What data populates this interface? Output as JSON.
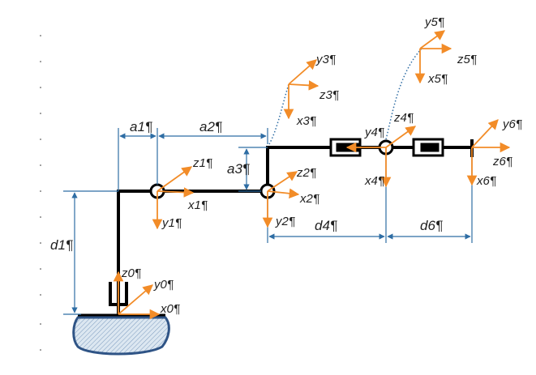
{
  "colors": {
    "arrow": "#F28C28",
    "link": "#000000",
    "dimension": "#2E6DA4",
    "dotted": "#2E6DA4",
    "base_fill": "#C9D9E8",
    "base_stroke": "#2F5486"
  },
  "dimensions": {
    "a1": "a1¶",
    "a2": "a2¶",
    "a3": "a3¶",
    "d1": "d1¶",
    "d4": "d4¶",
    "d6": "d6¶"
  },
  "frames": {
    "f0": {
      "z": "z0¶",
      "y": "y0¶",
      "x": "x0¶"
    },
    "f1": {
      "z": "z1¶",
      "x": "x1¶",
      "y": "y1¶"
    },
    "f2": {
      "z": "z2¶",
      "x": "x2¶",
      "y": "y2¶"
    },
    "f3": {
      "y": "y3¶",
      "z": "z3¶",
      "x": "x3¶"
    },
    "f4": {
      "y": "y4¶",
      "z": "z4¶",
      "x": "x4¶"
    },
    "f5": {
      "y": "y5¶",
      "z": "z5¶",
      "x": "x5¶"
    },
    "f6": {
      "y": "y6¶",
      "z": "z6¶",
      "x": "x6¶"
    }
  }
}
